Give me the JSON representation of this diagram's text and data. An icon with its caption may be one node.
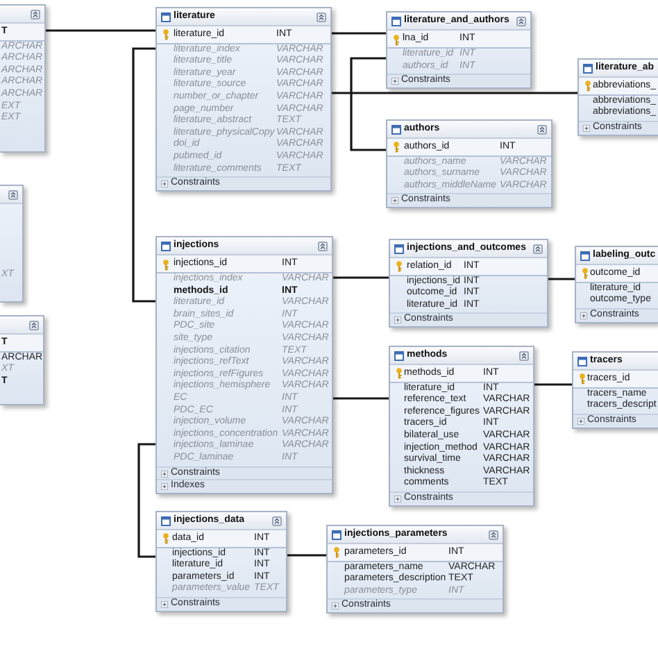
{
  "diagram": {
    "nodes": [
      {
        "text": [
          "T",
          "ARCHAR",
          "ARCHAR",
          "ARCHAR",
          "ARCHAR",
          "ARCHAR",
          "EXT",
          "EXT"
        ]
      },
      {
        "text": [
          "literature",
          "literature_id",
          "INT",
          "literature_index",
          "VARCHAR",
          "literature_title",
          "VARCHAR",
          "literature_year",
          "VARCHAR",
          "literature_source",
          "VARCHAR",
          "number_or_chapter",
          "VARCHAR",
          "page_number",
          "VARCHAR",
          "literature_abstract",
          "TEXT",
          "literature_physicalCopy",
          "VARCHAR",
          "doi_id",
          "VARCHAR",
          "pubmed_id",
          "VARCHAR",
          "literature_comments",
          "TEXT",
          "Constraints"
        ]
      },
      {
        "text": [
          "literature_and_authors",
          "lna_id",
          "INT",
          "literature_id",
          "INT",
          "authors_id",
          "INT",
          "Constraints"
        ]
      },
      {
        "text": [
          "literature_ab",
          "abbreviations_",
          "abbreviations_",
          "abbreviations_",
          "Constraints"
        ]
      },
      {
        "text": [
          "authors",
          "authors_id",
          "INT",
          "authors_name",
          "VARCHAR",
          "authors_surname",
          "VARCHAR",
          "authors_middleName",
          "VARCHAR",
          "Constraints"
        ]
      },
      {
        "text": [
          "XT"
        ]
      },
      {
        "text": [
          "injections",
          "injections_id",
          "INT",
          "injections_index",
          "VARCHAR",
          "methods_id",
          "INT",
          "literature_id",
          "VARCHAR",
          "brain_sites_id",
          "INT",
          "PDC_site",
          "VARCHAR",
          "site_type",
          "VARCHAR",
          "injections_citation",
          "TEXT",
          "injections_refText",
          "VARCHAR",
          "injections_refFigures",
          "VARCHAR",
          "injections_hemisphere",
          "VARCHAR",
          "EC",
          "INT",
          "PDC_EC",
          "INT",
          "injection_volume",
          "VARCHAR",
          "injections_concentration",
          "VARCHAR",
          "injections_laminae",
          "VARCHAR",
          "PDC_laminae",
          "INT",
          "Constraints",
          "Indexes"
        ]
      },
      {
        "text": [
          "injections_and_outcomes",
          "relation_id",
          "INT",
          "injections_id",
          "INT",
          "outcome_id",
          "INT",
          "literature_id",
          "INT",
          "Constraints"
        ]
      },
      {
        "text": [
          "labeling_outc",
          "outcome_id",
          "literature_id",
          "outcome_type",
          "Constraints"
        ]
      },
      {
        "text": [
          "T",
          "ARCHAR",
          "XT",
          "T"
        ]
      },
      {
        "text": [
          "methods",
          "methods_id",
          "INT",
          "literature_id",
          "INT",
          "reference_text",
          "VARCHAR",
          "reference_figures",
          "VARCHAR",
          "tracers_id",
          "INT",
          "bilateral_use",
          "VARCHAR",
          "injection_method",
          "VARCHAR",
          "survival_time",
          "VARCHAR",
          "thickness",
          "VARCHAR",
          "comments",
          "TEXT",
          "Constraints"
        ]
      },
      {
        "text": [
          "tracers",
          "tracers_id",
          "tracers_name",
          "tracers_descript",
          "Constraints"
        ]
      },
      {
        "text": [
          "injections_data",
          "data_id",
          "INT",
          "injections_id",
          "INT",
          "literature_id",
          "INT",
          "parameters_id",
          "INT",
          "parameters_value",
          "TEXT",
          "Constraints"
        ]
      },
      {
        "text": [
          "injections_parameters",
          "parameters_id",
          "INT",
          "parameters_name",
          "VARCHAR",
          "parameters_description",
          "TEXT",
          "parameters_type",
          "INT",
          "Constraints"
        ]
      }
    ],
    "edges": [
      {
        "from": 0,
        "to": 1,
        "arrow": "none"
      },
      {
        "from": 1,
        "to": 2,
        "arrow": "none"
      },
      {
        "from": 1,
        "to": 3,
        "arrow": "none"
      },
      {
        "from": 2,
        "to": 4,
        "arrow": "none"
      },
      {
        "from": 1,
        "to": 6,
        "arrow": "none"
      },
      {
        "from": 6,
        "to": 7,
        "arrow": "none"
      },
      {
        "from": 7,
        "to": 8,
        "arrow": "none"
      },
      {
        "from": 6,
        "to": 10,
        "arrow": "none"
      },
      {
        "from": 10,
        "to": 11,
        "arrow": "none"
      },
      {
        "from": 6,
        "to": 12,
        "arrow": "none"
      },
      {
        "from": 12,
        "to": 13,
        "arrow": "none"
      }
    ]
  }
}
